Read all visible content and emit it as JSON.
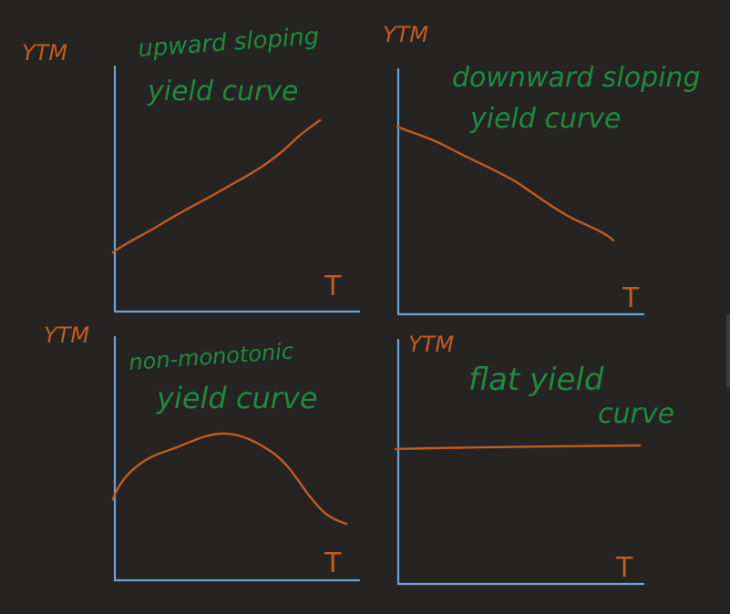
{
  "colors": {
    "background": "#252423",
    "ink_orange": "#c65a1e",
    "ink_green": "#1f8a3b",
    "axis_blue": "#6aa3d8"
  },
  "panels": [
    {
      "id": "upward",
      "y_label": "YTM",
      "x_label": "T",
      "caption_lines": [
        "upward sloping",
        "yield curve"
      ]
    },
    {
      "id": "downward",
      "y_label": "YTM",
      "x_label": "T",
      "caption_lines": [
        "downward sloping",
        "yield curve"
      ]
    },
    {
      "id": "non-monotonic",
      "y_label": "YTM",
      "x_label": "T",
      "caption_lines": [
        "non-monotonic",
        "yield curve"
      ]
    },
    {
      "id": "flat",
      "y_label": "YTM",
      "x_label": "T",
      "caption_lines": [
        "flat yield",
        "curve"
      ]
    }
  ]
}
